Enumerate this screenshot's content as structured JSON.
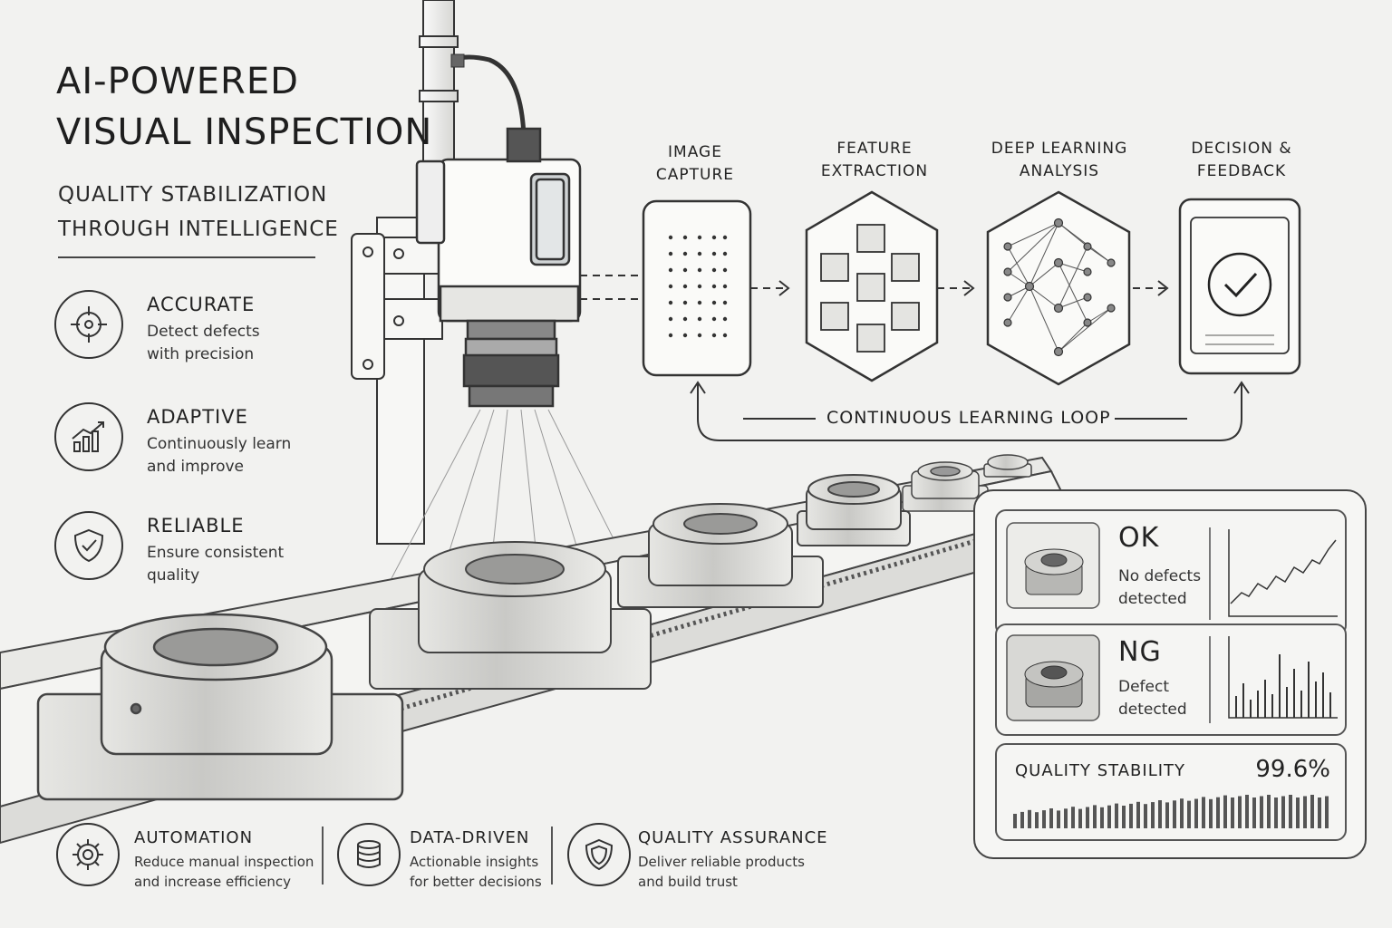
{
  "header": {
    "title_line1": "AI-POWERED",
    "title_line2": "VISUAL INSPECTION",
    "subtitle_line1": "QUALITY STABILIZATION",
    "subtitle_line2": "THROUGH INTELLIGENCE"
  },
  "features": [
    {
      "heading": "ACCURATE",
      "line1": "Detect defects",
      "line2": "with precision",
      "icon": "crosshair-icon"
    },
    {
      "heading": "ADAPTIVE",
      "line1": "Continuously learn",
      "line2": "and improve",
      "icon": "growth-chart-icon"
    },
    {
      "heading": "RELIABLE",
      "line1": "Ensure consistent",
      "line2": "quality",
      "icon": "shield-check-icon"
    }
  ],
  "pipeline": {
    "stages": [
      {
        "line1": "IMAGE",
        "line2": "CAPTURE",
        "icon": "dot-grid-icon"
      },
      {
        "line1": "FEATURE",
        "line2": "EXTRACTION",
        "icon": "cubes-icon"
      },
      {
        "line1": "DEEP LEARNING",
        "line2": "ANALYSIS",
        "icon": "neural-network-icon"
      },
      {
        "line1": "DECISION &",
        "line2": "FEEDBACK",
        "icon": "checkmark-icon"
      }
    ],
    "loop_label": "CONTINUOUS LEARNING LOOP"
  },
  "results": {
    "ok": {
      "status": "OK",
      "line1": "No defects",
      "line2": "detected"
    },
    "ng": {
      "status": "NG",
      "line1": "Defect",
      "line2": "detected"
    },
    "quality": {
      "label": "QUALITY STABILITY",
      "value": "99.6%"
    }
  },
  "benefits": [
    {
      "heading": "AUTOMATION",
      "line1": "Reduce manual inspection",
      "line2": "and increase efficiency",
      "icon": "gear-icon"
    },
    {
      "heading": "DATA-DRIVEN",
      "line1": "Actionable insights",
      "line2": "for better decisions",
      "icon": "database-icon"
    },
    {
      "heading": "QUALITY ASSURANCE",
      "line1": "Deliver reliable products",
      "line2": "and build trust",
      "icon": "shield-icon"
    }
  ],
  "colors": {
    "ink": "#222222",
    "paper": "#f2f2f0",
    "metal": "#d9d9d6"
  }
}
